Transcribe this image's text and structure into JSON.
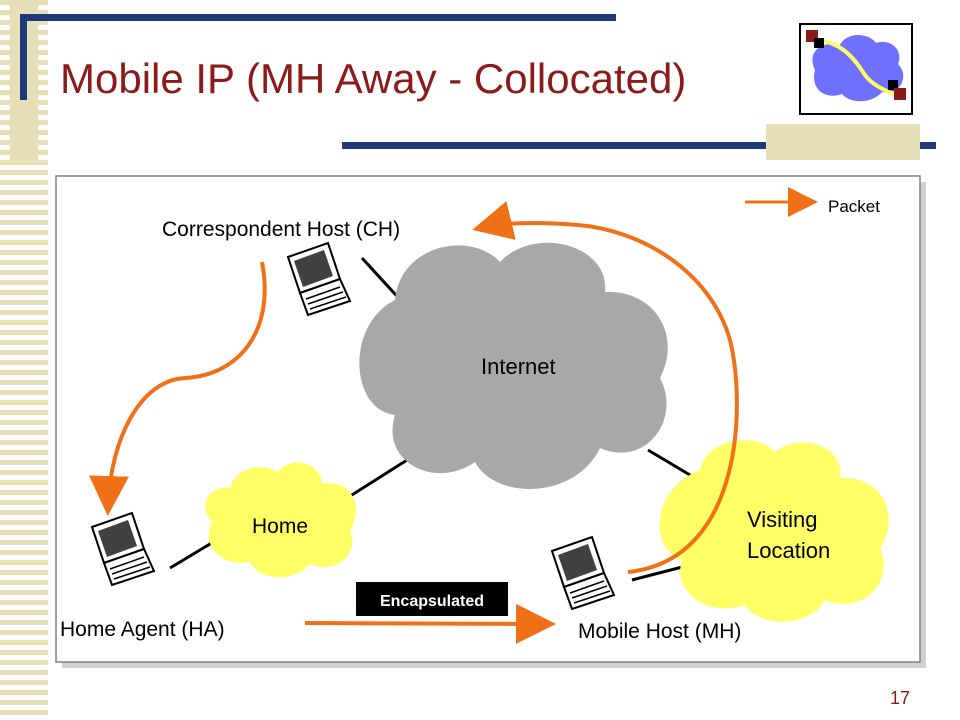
{
  "slide": {
    "title": "Mobile IP (MH Away - Collocated)",
    "page_number": "17"
  },
  "diagram": {
    "legend_label": "Packet",
    "internet_label": "Internet",
    "home_label": "Home",
    "visiting_line1": "Visiting",
    "visiting_line2": "Location",
    "ch_label": "Correspondent Host (CH)",
    "ha_label": "Home Agent (HA)",
    "mh_label": "Mobile Host (MH)",
    "encapsulated_label": "Encapsulated"
  },
  "colors": {
    "title": "#8b1a1a",
    "accent_navy": "#1f3a78",
    "stripe_tan": "#e6dfb8",
    "cloud_grey": "#a8a8a8",
    "cloud_yellow": "#ffff66",
    "packet_arrow": "#f07018"
  }
}
